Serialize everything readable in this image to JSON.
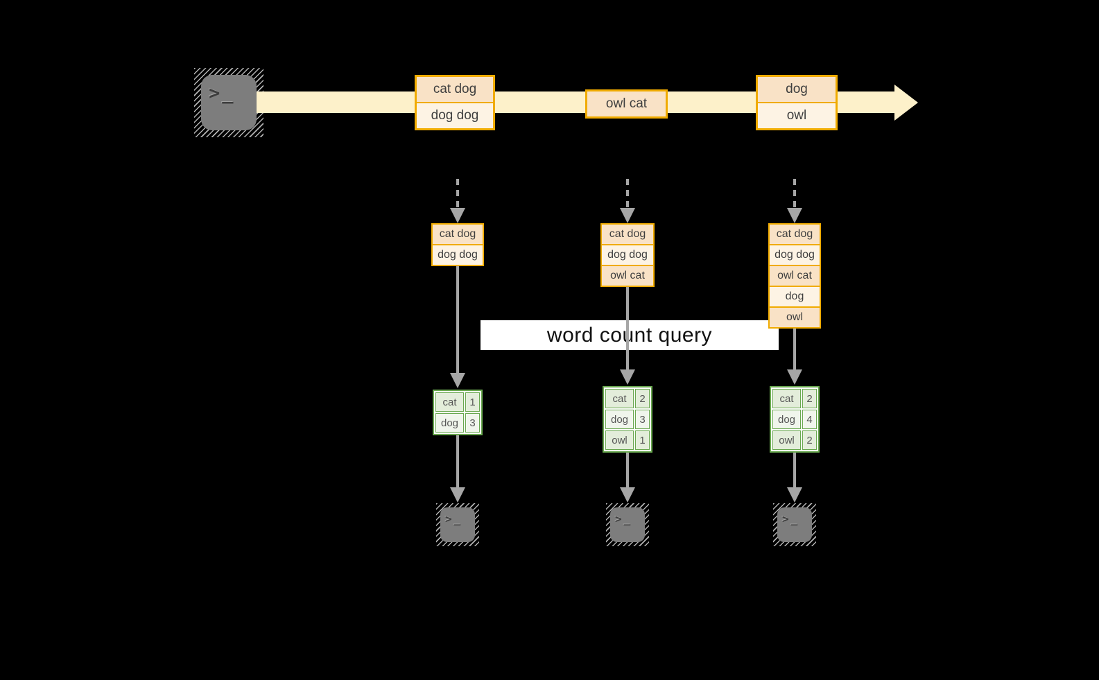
{
  "colors": {
    "background": "#000000",
    "stream_band": "#fdf1ca",
    "box_border": "#f0ab00",
    "row_peach": "#f9e2c6",
    "row_cream": "#fdf3e4",
    "table_border": "#69a84f",
    "table_cell_green": "#e3edda",
    "table_cell_light": "#f0f5ec",
    "arrow_gray": "#a6a6a6",
    "terminal_gray": "#7d7d7d",
    "label_text": "#3f3f3f",
    "query_text": "#111111"
  },
  "terminal": {
    "prompt": ">",
    "cursor": "_"
  },
  "stream": {
    "batches": [
      {
        "rows": [
          "cat dog",
          "dog dog"
        ]
      },
      {
        "rows": [
          "owl cat"
        ]
      },
      {
        "rows": [
          "dog",
          "owl"
        ]
      }
    ]
  },
  "query_label": "word count query",
  "columns": [
    {
      "state": [
        "cat dog",
        "dog dog"
      ],
      "result": [
        [
          "cat",
          "1"
        ],
        [
          "dog",
          "3"
        ]
      ]
    },
    {
      "state": [
        "cat dog",
        "dog dog",
        "owl cat"
      ],
      "result": [
        [
          "cat",
          "2"
        ],
        [
          "dog",
          "3"
        ],
        [
          "owl",
          "1"
        ]
      ]
    },
    {
      "state": [
        "cat dog",
        "dog dog",
        "owl cat",
        "dog",
        "owl"
      ],
      "result": [
        [
          "cat",
          "2"
        ],
        [
          "dog",
          "4"
        ],
        [
          "owl",
          "2"
        ]
      ]
    }
  ]
}
